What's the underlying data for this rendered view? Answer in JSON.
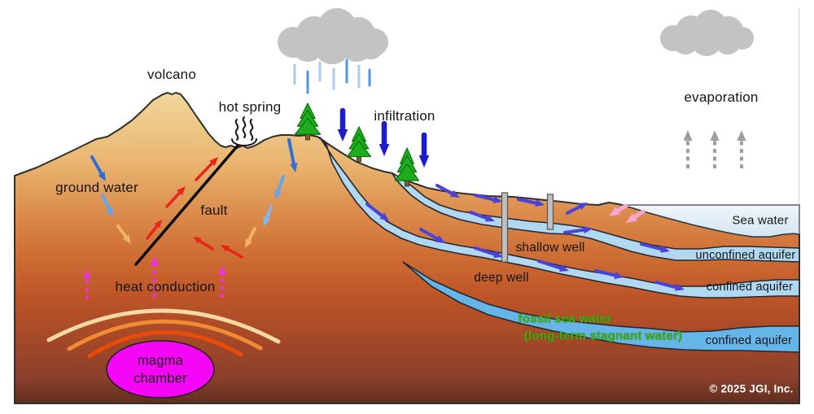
{
  "title": "groundwater and geothermal system cross-section diagram",
  "labels": {
    "volcano": "volcano",
    "hot_spring": "hot spring",
    "ground_water": "ground water",
    "fault": "fault",
    "heat_conduction": "heat conduction",
    "magma_line1": "magma",
    "magma_line2": "chamber",
    "infiltration": "infiltration",
    "shallow_well": "shallow well",
    "deep_well": "deep well",
    "evaporation": "evaporation",
    "sea_water": "Sea water",
    "unconfined_aquifer": "unconfined aquifer",
    "confined_aquifer_upper": "confined aquifer",
    "confined_aquifer_lower": "confined aquifer",
    "fossil_sea_water": "fossil sea water",
    "fossil_sea_water_note": "(long-term stagnant water)",
    "copyright": "© 2025 JGI, Inc."
  },
  "colors": {
    "terrain_top": "#f2d79d",
    "terrain_mid": "#cf6f35",
    "terrain_bottom": "#5e2d1c",
    "aquifer": "#b0d8f2",
    "fossil_aquifer": "#66b5e8",
    "sea": "#e4eef7",
    "magma": "#f606f6",
    "heat_arc_outer": "#f7d9a4",
    "heat_arc_middle": "#f08a33",
    "heat_arc_inner": "#e84b0a",
    "flow": "#4a43d8",
    "infil": "#1b1bd0",
    "gw_dark": "#2e6fd8",
    "gw_mid": "#64a5e8",
    "gw_light": "#7fb9ee",
    "warm": "#f0b266",
    "red": "#e8251a",
    "magenta": "#f030e8",
    "pink": "#f7a6d7",
    "evap": "#9e9e9e",
    "cloud": "#c3c3c3",
    "rain_light": "#a9cdf0",
    "rain_dark": "#4f97e0",
    "tree_green": "#1cae1c",
    "tree_outline": "#0a720a",
    "trunk": "#8a5a2a",
    "label_green": "#3fae12",
    "well_pipe": "#c0c0c0"
  }
}
